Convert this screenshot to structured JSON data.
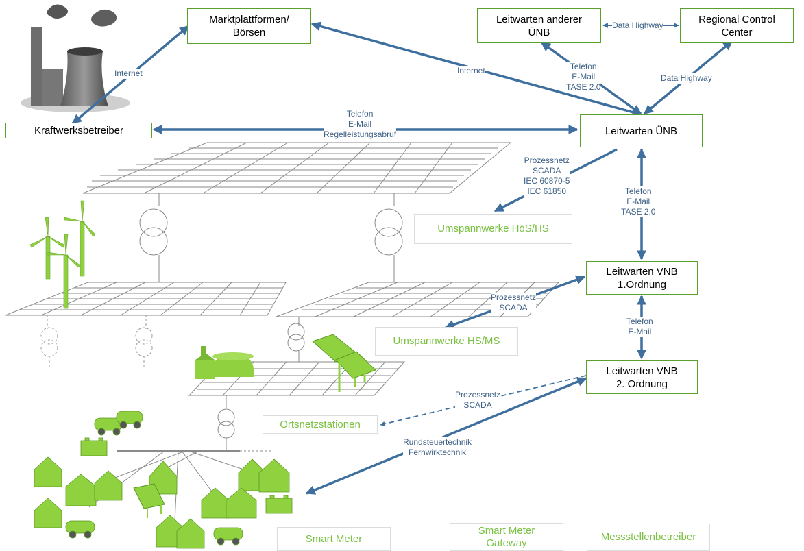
{
  "nodes": {
    "marktplattformen": "Marktplattformen/\nBörsen",
    "leitwarten_andere": "Leitwarten anderer\nÜNB",
    "regional_control": "Regional Control\nCenter",
    "kraftwerksbetreiber": "Kraftwerksbetreiber",
    "leitwarten_uenb": "Leitwarten ÜNB",
    "leitwarten_vnb1": "Leitwarten VNB\n1.Ordnung",
    "leitwarten_vnb2": "Leitwarten VNB\n2. Ordnung"
  },
  "categories": {
    "umspannwerke_hoes": "Umspannwerke HöS/HS",
    "umspannwerke_hs": "Umspannwerke HS/MS",
    "ortsnetzstationen": "Ortsnetzstationen",
    "smart_meter": "Smart Meter",
    "smart_meter_gateway": "Smart Meter\nGateway",
    "messstellenbetreiber": "Messstellenbetreiber"
  },
  "links": {
    "internet_power": "Internet",
    "internet_market": "Internet",
    "data_highway_top": "Data Highway",
    "telefon_andere": "Telefon\nE-Mail\nTASE 2.0",
    "data_highway_rcc": "Data Highway",
    "telefon_kraftwerk": "Telefon\nE-Mail\nRegelleistungsabruf",
    "prozessnetz_hoes": "Prozessnetz\nSCADA\nIEC 60870-5\nIEC 61850",
    "telefon_uenb_vnb": "Telefon\nE-Mail\nTASE 2.0",
    "prozessnetz_hs": "Prozessnetz\nSCADA",
    "telefon_vnb": "Telefon\nE-Mail",
    "prozessnetz_ons": "Prozessnetz\nSCADA",
    "rundsteuer": "Rundsteuertechnik\nFernwirktechnik"
  },
  "colors": {
    "arrow": "#3f6f9e",
    "label": "#3f6186",
    "node_border": "#5aa02c",
    "category_text": "#7ac142",
    "grid": "#8a8a8a",
    "green": "#8fd13f"
  }
}
